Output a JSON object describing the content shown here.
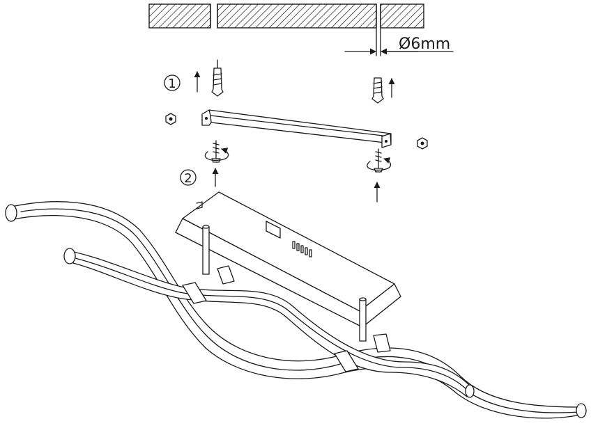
{
  "diagram": {
    "hole_diameter_label": "Ø6mm",
    "steps": [
      {
        "number": "1"
      },
      {
        "number": "2"
      }
    ]
  }
}
